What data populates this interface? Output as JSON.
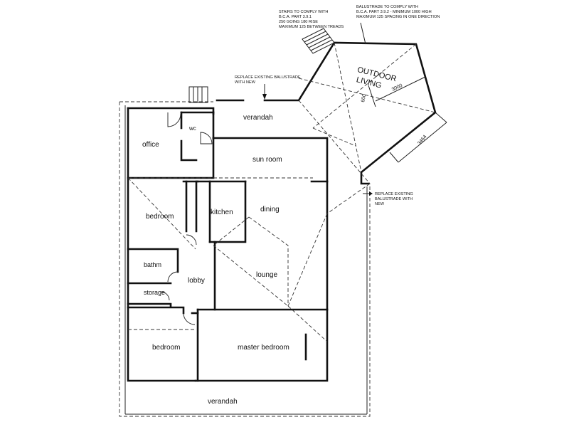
{
  "rooms": {
    "verandah_top": "verandah",
    "wc": "wc",
    "office": "office",
    "sun_room": "sun room",
    "bedroom_1": "bedroom",
    "kitchen": "kitchen",
    "dining": "dining",
    "bathroom": "bathm",
    "storage": "storage",
    "lobby": "lobby",
    "lounge": "lounge",
    "bedroom_2": "bedroom",
    "master_bedroom": "master bedroom",
    "verandah_bottom": "verandah"
  },
  "outdoor": {
    "line1": "OUTDOOR",
    "line2": "LIVING"
  },
  "notes": {
    "stairs": [
      "STAIRS TO COMPLY WITH",
      "B.C.A. PART 3.9.1",
      "250 GOING 180 RISE",
      "MAXIMUM 125 BETWEEN TREADS"
    ],
    "balustrade_top": [
      "BALUSTRADE TO COMPLY WITH",
      "B.C.A. PART 3.9.2 - MINIMUM 1000 HIGH",
      "MAXIMUM 125 SPACING IN ONE DIRECTION"
    ],
    "replace_top": [
      "REPLACE EXISTING BALUSTRADE",
      "WITH NEW"
    ],
    "replace_right": [
      "REPLACE EXISTING",
      "BALUSTRADE WITH",
      "NEW"
    ]
  },
  "dimensions": {
    "d1": "3000",
    "d2": "600",
    "d3": "3464"
  }
}
